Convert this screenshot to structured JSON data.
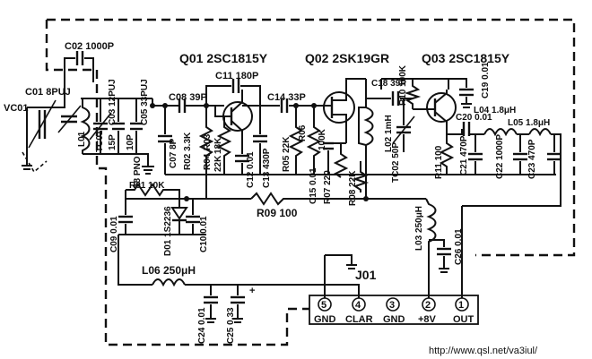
{
  "labels": {
    "q01": "Q01 2SC1815Y",
    "q02": "Q02 2SK19GR",
    "q03": "Q03 2SC1815Y",
    "c02": "C02 1000P",
    "c01": "C01 8PUJ",
    "vc01": "VC01",
    "c03": "C03 12PUJ",
    "c05": "C05 33PUJ",
    "tc01": "TC01",
    "l01": "L01",
    "c04_15p": "15P",
    "c06_10p": "10P",
    "c08": "C08 39P",
    "c11": "C11 180P",
    "c14": "C14 33P",
    "c07": "C07 8P",
    "r01_pn": "18 PNO",
    "r02": "R02 3.3K",
    "r03": "R03",
    "r03_val": "18K",
    "r04": "R04",
    "r04_val": "22K",
    "c12": "C12 0.01",
    "c13": "C13 430P",
    "r05": "R05 22K",
    "r06": "R06",
    "r06_val": "100K",
    "c15": "C15 0.01",
    "r07": "R07 220",
    "r08": "R08 22K",
    "c18": "C18 39P",
    "l02": "L02 1mH",
    "tc02": "TC02 50P",
    "r10": "R10 100K",
    "c19": "C19 0.01",
    "c20": "C20 0.01",
    "l04": "L04 1.8μH",
    "l05": "L05 1.8μH",
    "r11": "R11 100",
    "c21": "C21 470P",
    "c22": "C22 1000P",
    "c23": "C23 470P",
    "r01": "R01 10K",
    "c09": "C09 0.01",
    "d01": "D01 1S2236",
    "c10": "C10 0.01",
    "r09": "R09 100",
    "l03": "L03 250μH",
    "c26": "C26 0.01",
    "l06": "L06 250μH",
    "j01": "J01",
    "c24": "C24 0.01",
    "c25": "C25 0.33",
    "plus": "+"
  },
  "connector": {
    "pins": [
      {
        "num": "5",
        "label": "GND"
      },
      {
        "num": "4",
        "label": "CLAR"
      },
      {
        "num": "3",
        "label": "GND"
      },
      {
        "num": "2",
        "label": "+8V"
      },
      {
        "num": "1",
        "label": "OUT"
      }
    ]
  },
  "watermark": "http://www.qsl.net/va3iul/"
}
